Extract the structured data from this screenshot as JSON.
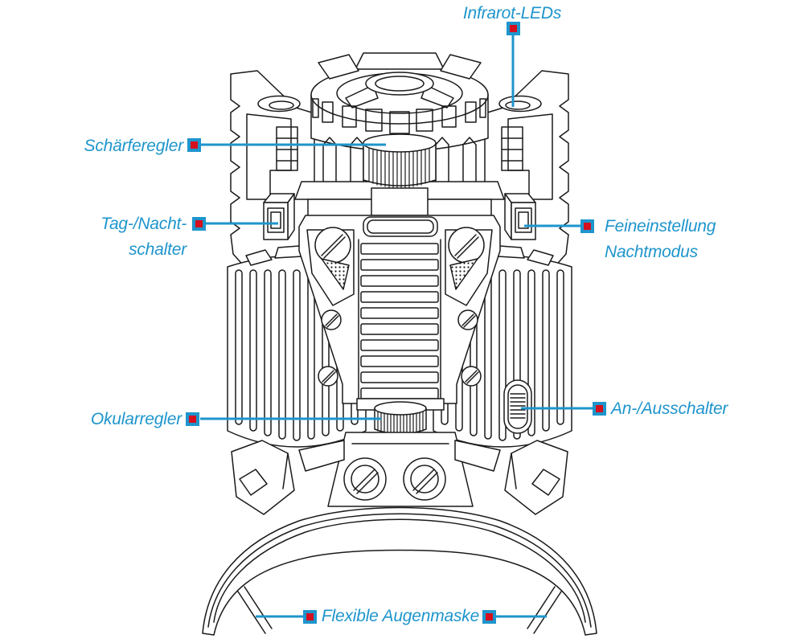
{
  "labels": {
    "infrarot_leds": "Infrarot-LEDs",
    "schaerferegler": "Schärferegler",
    "tag_nacht_line1": "Tag-/Nacht-",
    "tag_nacht_line2": "schalter",
    "feineinstellung_line1": "Feineinstellung",
    "feineinstellung_line2": "Nachtmodus",
    "okularregler": "Okularregler",
    "an_ausschalter": "An-/Ausschalter",
    "flexible_augenmaske": "Flexible Augenmaske"
  },
  "colors": {
    "label_text": "#1E95CC",
    "leader_line": "#1E95CC",
    "marker_fill": "#D50F1E",
    "marker_border": "#1E95CC",
    "line_art": "#1A1A1A",
    "background": "#FFFFFF"
  }
}
